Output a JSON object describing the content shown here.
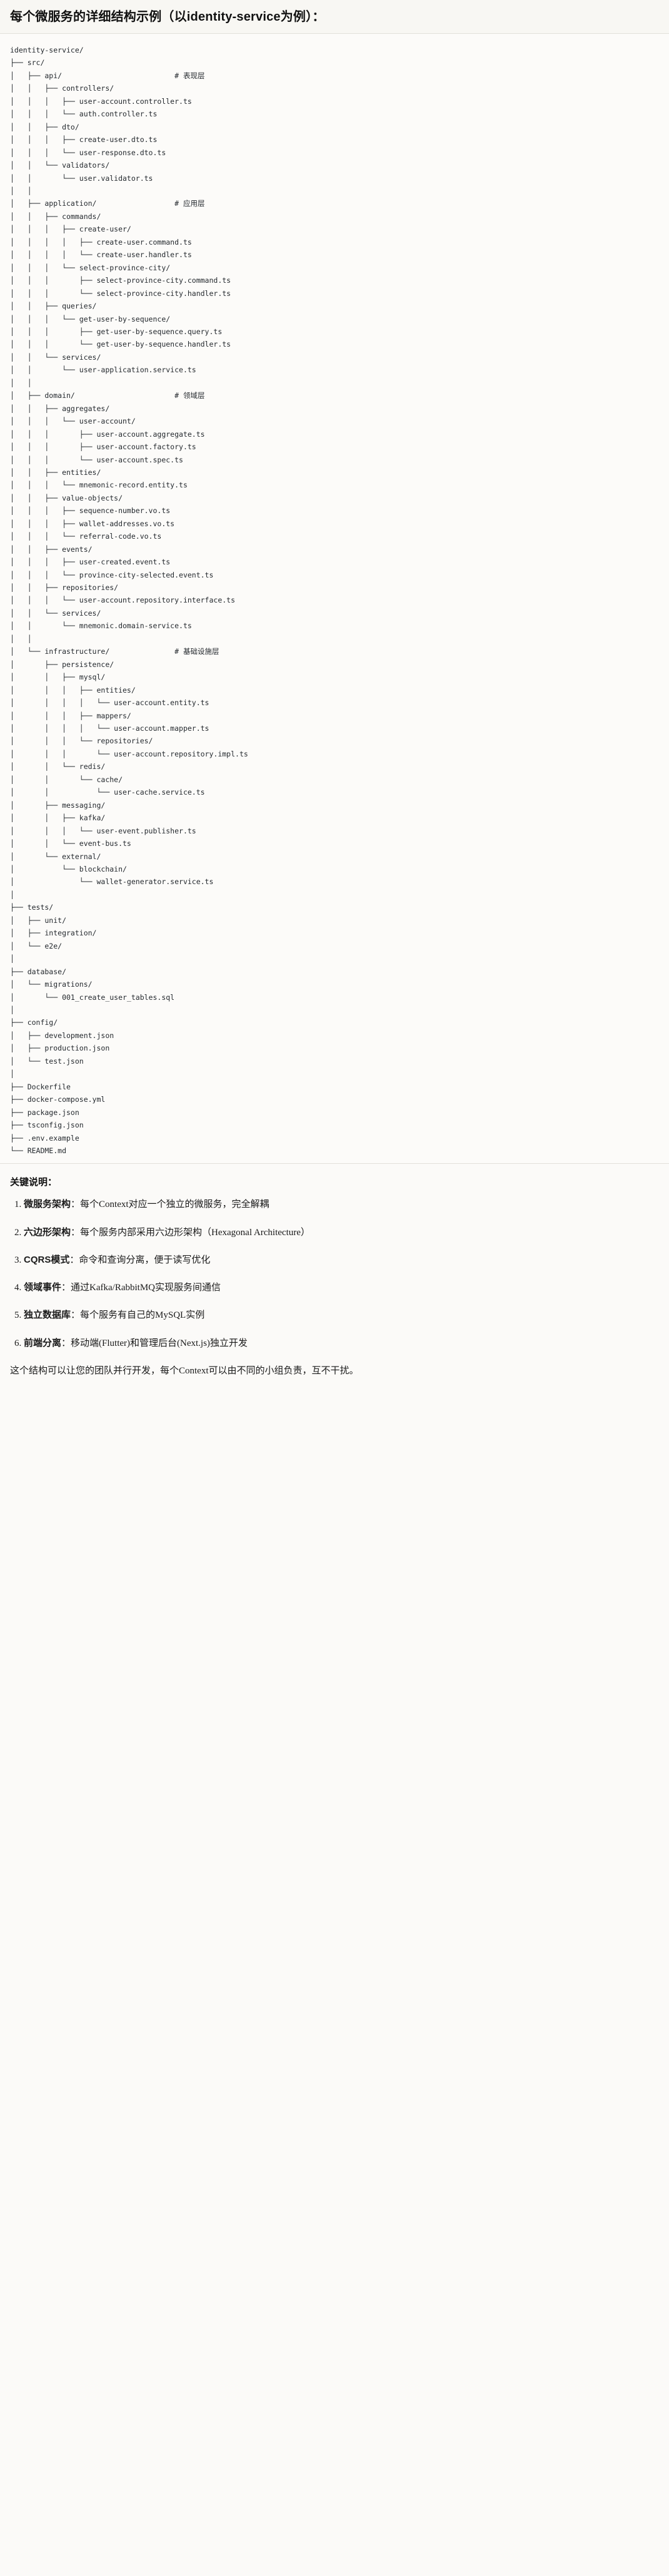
{
  "header": {
    "title": "每个微服务的详细结构示例（以identity-service为例）："
  },
  "tree": {
    "root": "identity-service/",
    "text": "identity-service/\n├── src/\n│   ├── api/                          # 表现层\n│   │   ├── controllers/\n│   │   │   ├── user-account.controller.ts\n│   │   │   └── auth.controller.ts\n│   │   ├── dto/\n│   │   │   ├── create-user.dto.ts\n│   │   │   └── user-response.dto.ts\n│   │   └── validators/\n│   │       └── user.validator.ts\n│   │\n│   ├── application/                  # 应用层\n│   │   ├── commands/\n│   │   │   ├── create-user/\n│   │   │   │   ├── create-user.command.ts\n│   │   │   │   └── create-user.handler.ts\n│   │   │   └── select-province-city/\n│   │   │       ├── select-province-city.command.ts\n│   │   │       └── select-province-city.handler.ts\n│   │   ├── queries/\n│   │   │   └── get-user-by-sequence/\n│   │   │       ├── get-user-by-sequence.query.ts\n│   │   │       └── get-user-by-sequence.handler.ts\n│   │   └── services/\n│   │       └── user-application.service.ts\n│   │\n│   ├── domain/                       # 领域层\n│   │   ├── aggregates/\n│   │   │   └── user-account/\n│   │   │       ├── user-account.aggregate.ts\n│   │   │       ├── user-account.factory.ts\n│   │   │       └── user-account.spec.ts\n│   │   ├── entities/\n│   │   │   └── mnemonic-record.entity.ts\n│   │   ├── value-objects/\n│   │   │   ├── sequence-number.vo.ts\n│   │   │   ├── wallet-addresses.vo.ts\n│   │   │   └── referral-code.vo.ts\n│   │   ├── events/\n│   │   │   ├── user-created.event.ts\n│   │   │   └── province-city-selected.event.ts\n│   │   ├── repositories/\n│   │   │   └── user-account.repository.interface.ts\n│   │   └── services/\n│   │       └── mnemonic.domain-service.ts\n│   │\n│   └── infrastructure/               # 基础设施层\n│       ├── persistence/\n│       │   ├── mysql/\n│       │   │   ├── entities/\n│       │   │   │   └── user-account.entity.ts\n│       │   │   ├── mappers/\n│       │   │   │   └── user-account.mapper.ts\n│       │   │   └── repositories/\n│       │   │       └── user-account.repository.impl.ts\n│       │   └── redis/\n│       │       └── cache/\n│       │           └── user-cache.service.ts\n│       ├── messaging/\n│       │   ├── kafka/\n│       │   │   └── user-event.publisher.ts\n│       │   └── event-bus.ts\n│       └── external/\n│           └── blockchain/\n│               └── wallet-generator.service.ts\n│\n├── tests/\n│   ├── unit/\n│   ├── integration/\n│   └── e2e/\n│\n├── database/\n│   └── migrations/\n│       └── 001_create_user_tables.sql\n│\n├── config/\n│   ├── development.json\n│   ├── production.json\n│   └── test.json\n│\n├── Dockerfile\n├── docker-compose.yml\n├── package.json\n├── tsconfig.json\n├── .env.example\n└── README.md",
    "layer_comments": [
      "# 表现层",
      "# 应用层",
      "# 领域层",
      "# 基础设施层"
    ]
  },
  "notes": {
    "title": "关键说明：",
    "items": [
      {
        "lead": "微服务架构",
        "sep": "：",
        "body": "每个Context对应一个独立的微服务，完全解耦"
      },
      {
        "lead": "六边形架构",
        "sep": "：",
        "body": "每个服务内部采用六边形架构（Hexagonal Architecture）"
      },
      {
        "lead": "CQRS模式",
        "sep": "：",
        "body": "命令和查询分离，便于读写优化"
      },
      {
        "lead": "领域事件",
        "sep": "：",
        "body": "通过Kafka/RabbitMQ实现服务间通信"
      },
      {
        "lead": "独立数据库",
        "sep": "：",
        "body": "每个服务有自己的MySQL实例"
      },
      {
        "lead": "前端分离",
        "sep": "：",
        "body": "移动端(Flutter)和管理后台(Next.js)独立开发"
      }
    ],
    "closing": "这个结构可以让您的团队并行开发，每个Context可以由不同的小组负责，互不干扰。"
  }
}
